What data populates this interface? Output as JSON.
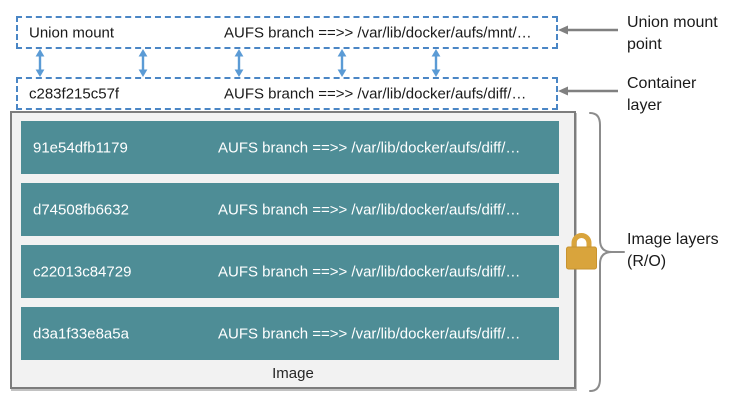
{
  "diagram": {
    "union_mount_box": {
      "label": "Union mount",
      "branch": "AUFS branch ==>> /var/lib/docker/aufs/mnt/…"
    },
    "container_box": {
      "id": "c283f215c57f",
      "branch": "AUFS branch ==>> /var/lib/docker/aufs/diff/…"
    },
    "image_box": {
      "caption": "Image",
      "layers": [
        {
          "id": "91e54dfb1179",
          "branch": "AUFS branch ==>> /var/lib/docker/aufs/diff/…"
        },
        {
          "id": "d74508fb6632",
          "branch": "AUFS branch ==>> /var/lib/docker/aufs/diff/…"
        },
        {
          "id": "c22013c84729",
          "branch": "AUFS branch ==>> /var/lib/docker/aufs/diff/…"
        },
        {
          "id": "d3a1f33e8a5a",
          "branch": "AUFS branch ==>> /var/lib/docker/aufs/diff/…"
        }
      ]
    },
    "annotations": {
      "union_mount_point": {
        "line1": "Union mount",
        "line2": "point"
      },
      "container_layer": {
        "line1": "Container",
        "line2": "layer"
      },
      "image_layers": {
        "line1": "Image layers",
        "line2": "(R/O)"
      }
    },
    "icons": {
      "sync_arrow": "bidirectional-arrow-icon",
      "pointer_arrow": "left-arrow-icon",
      "lock": "lock-icon",
      "brace": "curly-brace-icon"
    },
    "colors": {
      "dashed_border_blue": "#4a86c5",
      "arrow_blue": "#5b9bd5",
      "layer_teal": "#4e8d96",
      "image_box_bg": "#f2f2f2",
      "image_box_border": "#7d7d7d",
      "lock_gold": "#d9a43c",
      "annotation_gray": "#808080"
    }
  }
}
